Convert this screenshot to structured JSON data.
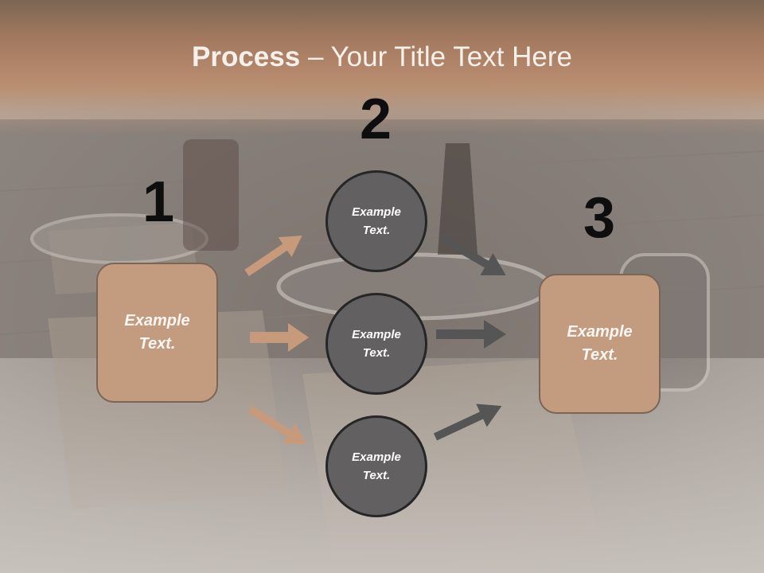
{
  "title": {
    "bold": "Process",
    "rest": " – Your Title Text Here"
  },
  "steps": [
    {
      "number": "1",
      "text": "Example Text."
    },
    {
      "number": "2",
      "items": [
        "Example Text.",
        "Example Text.",
        "Example Text."
      ]
    },
    {
      "number": "3",
      "text": "Example Text."
    }
  ],
  "colors": {
    "box_fill": "#c39c80",
    "circle_fill": "#626060",
    "tan_arrow": "#c69a7a",
    "gray_arrow": "#555555",
    "title_band": "#a47a60"
  }
}
